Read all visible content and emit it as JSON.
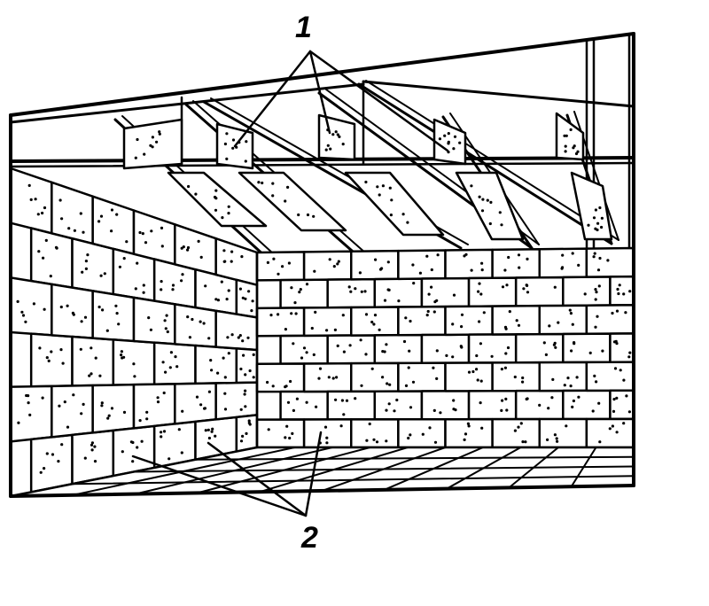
{
  "figure": {
    "labels": [
      {
        "id": "1",
        "text": "1"
      },
      {
        "id": "2",
        "text": "2"
      }
    ]
  }
}
